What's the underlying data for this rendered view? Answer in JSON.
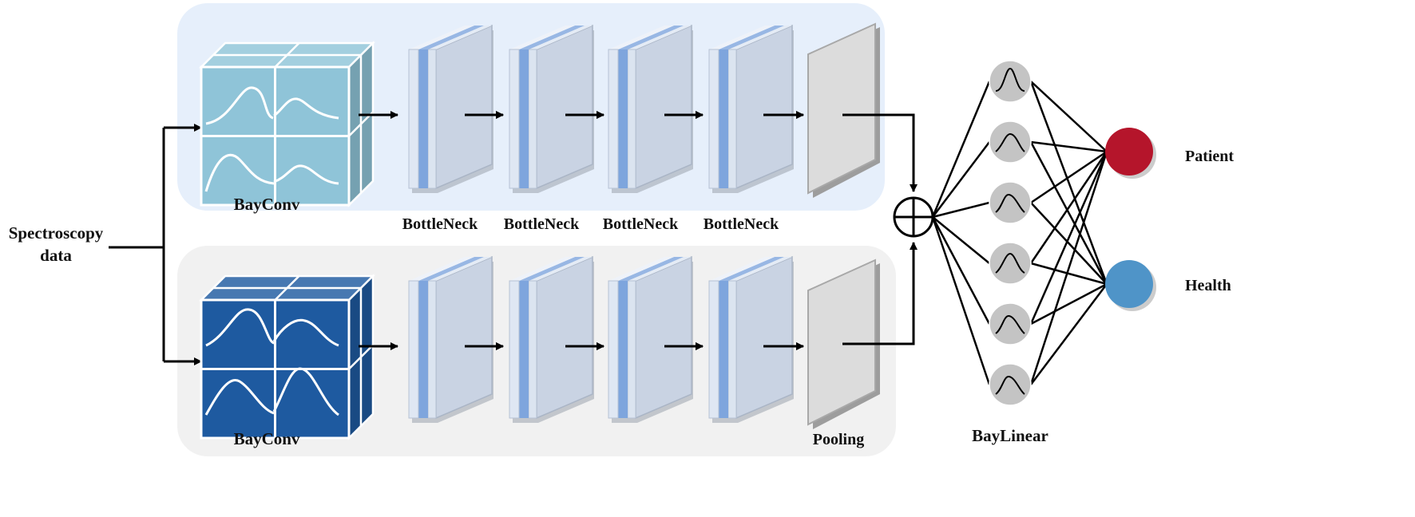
{
  "input": {
    "label_line1": "Spectroscopy",
    "label_line2": "data"
  },
  "top_branch": {
    "conv_label": "BayConv",
    "bottleneck_labels": [
      "BottleNeck",
      "BottleNeck",
      "BottleNeck",
      "BottleNeck"
    ]
  },
  "bottom_branch": {
    "conv_label": "BayConv",
    "pooling_label": "Pooling"
  },
  "classifier": {
    "layer_label": "BayLinear",
    "hidden_node_count": 6,
    "outputs": [
      {
        "label": "Patient",
        "color": "#b5152b"
      },
      {
        "label": "Health",
        "color": "#4f94c8"
      }
    ]
  },
  "colors": {
    "top_panel": "#e6effb",
    "bottom_panel": "#f1f1f1",
    "top_cube": "#8fc4d8",
    "bottom_cube": "#1e5aa0",
    "bottleneck_face": "#c9d3e3",
    "bottleneck_stripe": "#7ea5dd",
    "pool_face": "#dcdcdc",
    "node_fill": "#c4c4c4"
  }
}
